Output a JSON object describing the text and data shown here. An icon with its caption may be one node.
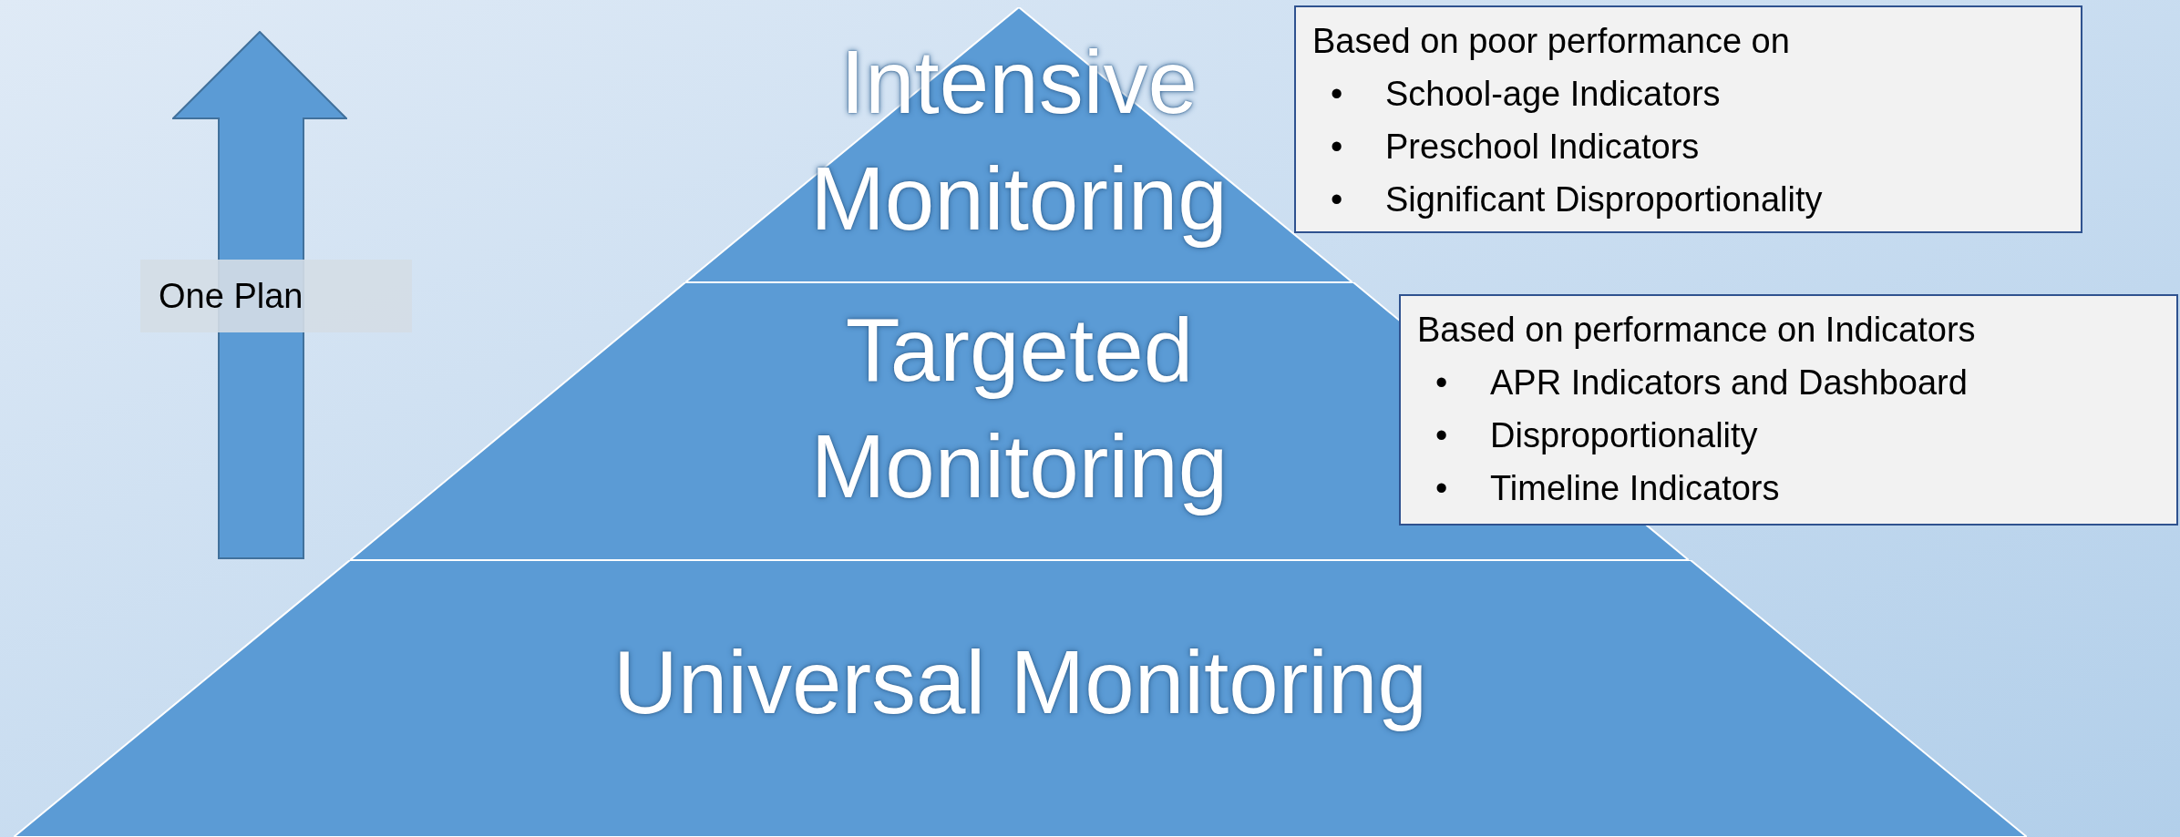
{
  "diagram": {
    "nodes": [
      {
        "text": [
          "Intensive Monitoring"
        ]
      },
      {
        "text": [
          "Targeted Monitoring"
        ]
      },
      {
        "text": [
          "Universal Monitoring"
        ]
      },
      {
        "text": [
          "Based on poor performance on",
          "•",
          "School-age Indicators",
          "•",
          "Preschool Indicators",
          "•",
          "Significant Disproportionality"
        ]
      },
      {
        "text": [
          "Based on performance on Indicators",
          "•",
          "APR Indicators and Dashboard",
          "•",
          "Disproportionality",
          "•",
          "Timeline Indicators"
        ]
      },
      {
        "text": [
          "One Plan"
        ]
      }
    ]
  }
}
